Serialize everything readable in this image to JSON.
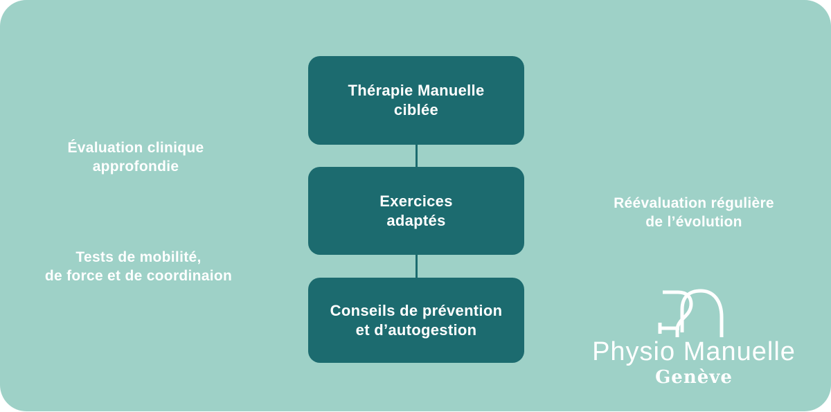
{
  "colors": {
    "background": "#9ed1c7",
    "node": "#1c6b6f",
    "text": "#ffffff"
  },
  "flow": {
    "steps": [
      {
        "lines": [
          "Thérapie Manuelle",
          "ciblée"
        ]
      },
      {
        "lines": [
          "Exercices",
          "adaptés"
        ]
      },
      {
        "lines": [
          "Conseils de prévention",
          "et d’autogestion"
        ]
      }
    ]
  },
  "annotations": {
    "left_top": {
      "lines": [
        "Évaluation clinique",
        "approfondie"
      ]
    },
    "left_bottom": {
      "lines": [
        "Tests de mobilité,",
        "de force et de coordinaion"
      ]
    },
    "right": {
      "lines": [
        "Réévaluation régulière",
        "de l’évolution"
      ]
    }
  },
  "logo": {
    "icon": "physio-monogram-icon",
    "wordmark": "Physio Manuelle",
    "city": "Genève"
  }
}
